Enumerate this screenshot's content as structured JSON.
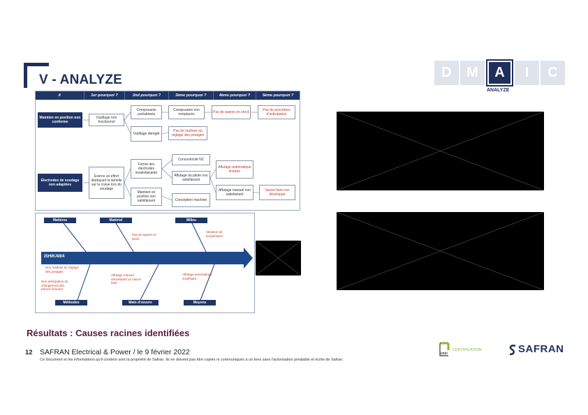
{
  "title": "V - ANALYZE",
  "dmaic": {
    "letters": [
      "D",
      "M",
      "A",
      "I",
      "C"
    ],
    "active_label": "ANALYZE"
  },
  "why_table": {
    "headers": [
      "X",
      "1er pourquoi ?",
      "2nd pourquoi ?",
      "3ème pourquoi ?",
      "4ème pourquoi ?",
      "5ème pourquoi ?"
    ],
    "x1": "Maintien en position non conforme",
    "x2": "Electrodes de soudage non adaptées",
    "n_outillage": "Outillage non fonctionnel",
    "n_comp_usees": "Composants usé/abimés",
    "n_comp_non_rempl": "Composants non remplacés",
    "n_pas_pieces": "Pas de spares en stock",
    "n_pas_proc": "Pas de procédure d'anticipation",
    "n_outil_dereg": "Outillage déréglé",
    "n_pas_maitrise": "Pas de maîtrise du réglage des posages",
    "n_effort": "Exerce un effort déplaçant la lamelle sur la cosse lors du soudage",
    "n_forme": "Forme des électrodes insatisfaisante",
    "n_concentricite": "Concentricité NC",
    "n_affutage_pilote": "Affutage du pilote non satisfaisant",
    "n_affutage_auto": "Affutage automatique linéaire",
    "n_maintien": "Maintien en position non satisfaisant",
    "n_conception": "Conception machine",
    "n_affutage_manuel": "Affutage manuel non satisfaisant",
    "n_savoir": "Savoir-faire non développé"
  },
  "ishikawa": {
    "label": "ISHIKAWA",
    "categories": {
      "matieres": "Matières",
      "materiel": "Matériel",
      "milieu": "Milieu",
      "methodes": "Méthodes",
      "main": "Main d'oeuvre",
      "moyens": "Moyens"
    },
    "notes": {
      "pas_spares": "Pas de spares en stock",
      "variation": "Variation de température",
      "non_maitrise": "Non maîtrise du réglage des posages",
      "non_anticipation": "Non anticipation du changement des pièces d'usures",
      "affutage_manuel": "Affutage manuel nécessitant un savoir-faire",
      "affutage_auto": "Affutage automatique insuffisant"
    }
  },
  "results": "Résultats : Causes racines identifiées",
  "page_number": "12",
  "footer": "SAFRAN Electrical & Power / le 9 février 2022",
  "disclaimer": "Ce document et les informations qu'il contient sont la propriété de Safran. Ils ne doivent pas être copiés ni communiqués à un tiers sans l'autorisation préalable et écrite de Safran.",
  "cesi": {
    "brand": "cesi",
    "text": "CERTIFICATION"
  },
  "safran": "SAFRAN",
  "colors": {
    "navy": "#1f2f5c",
    "red": "#c0392b",
    "results": "#5c1a3c",
    "cesi_green": "#8ab53b"
  }
}
